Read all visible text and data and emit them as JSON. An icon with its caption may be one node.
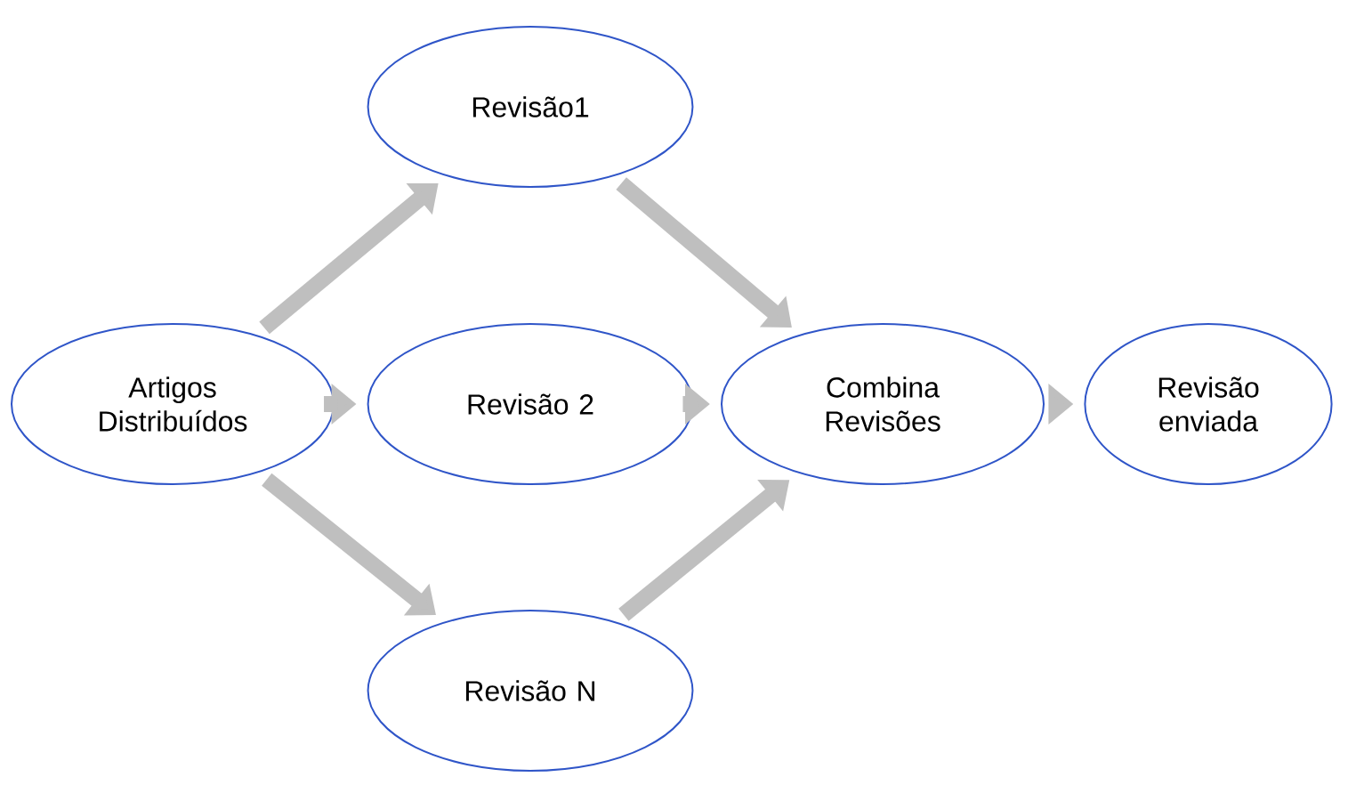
{
  "diagram": {
    "nodes": [
      {
        "text": [
          "Artigos Distribuídos"
        ]
      },
      {
        "text": [
          "Revisão1"
        ]
      },
      {
        "text": [
          "Revisão 2"
        ]
      },
      {
        "text": [
          "Revisão N"
        ]
      },
      {
        "text": [
          "Combina Revisões"
        ]
      },
      {
        "text": [
          "Revisão enviada"
        ]
      }
    ],
    "edges": [
      {
        "from": 0,
        "to": 1,
        "arrow": "to"
      },
      {
        "from": 0,
        "to": 2,
        "arrow": "to"
      },
      {
        "from": 0,
        "to": 3,
        "arrow": "to"
      },
      {
        "from": 1,
        "to": 4,
        "arrow": "to"
      },
      {
        "from": 2,
        "to": 4,
        "arrow": "to"
      },
      {
        "from": 3,
        "to": 4,
        "arrow": "to"
      },
      {
        "from": 4,
        "to": 5,
        "arrow": "to"
      }
    ]
  }
}
